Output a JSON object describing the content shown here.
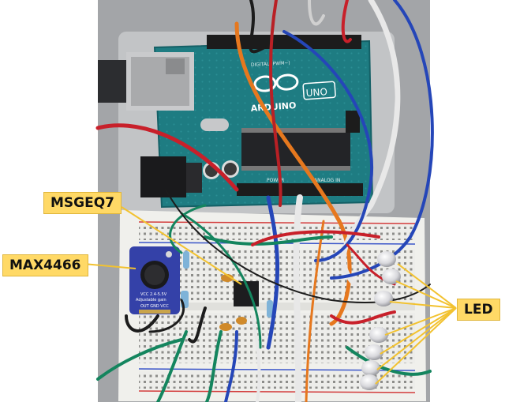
{
  "labels": {
    "msgeq7": "MSGEQ7",
    "max4466": "MAX4466",
    "led": "LED"
  },
  "board_print": {
    "brand": "ARDUINO",
    "model": "UNO",
    "digital": "DIGITAL (PWM~)",
    "analog": "ANALOG IN",
    "power": "POWER"
  },
  "module_print": {
    "vcc": "VCC 2.4-5.5V",
    "gain": "Adjustable gain",
    "pins": "OUT GND VCC"
  },
  "colors": {
    "callout_fill": "#ffd966",
    "callout_border": "#e0b63c",
    "leader_line": "#f2c230",
    "board": "#1e7c82",
    "breadboard": "#eeeeea",
    "module": "#3441a8",
    "background_table": "#9b9c9f"
  }
}
